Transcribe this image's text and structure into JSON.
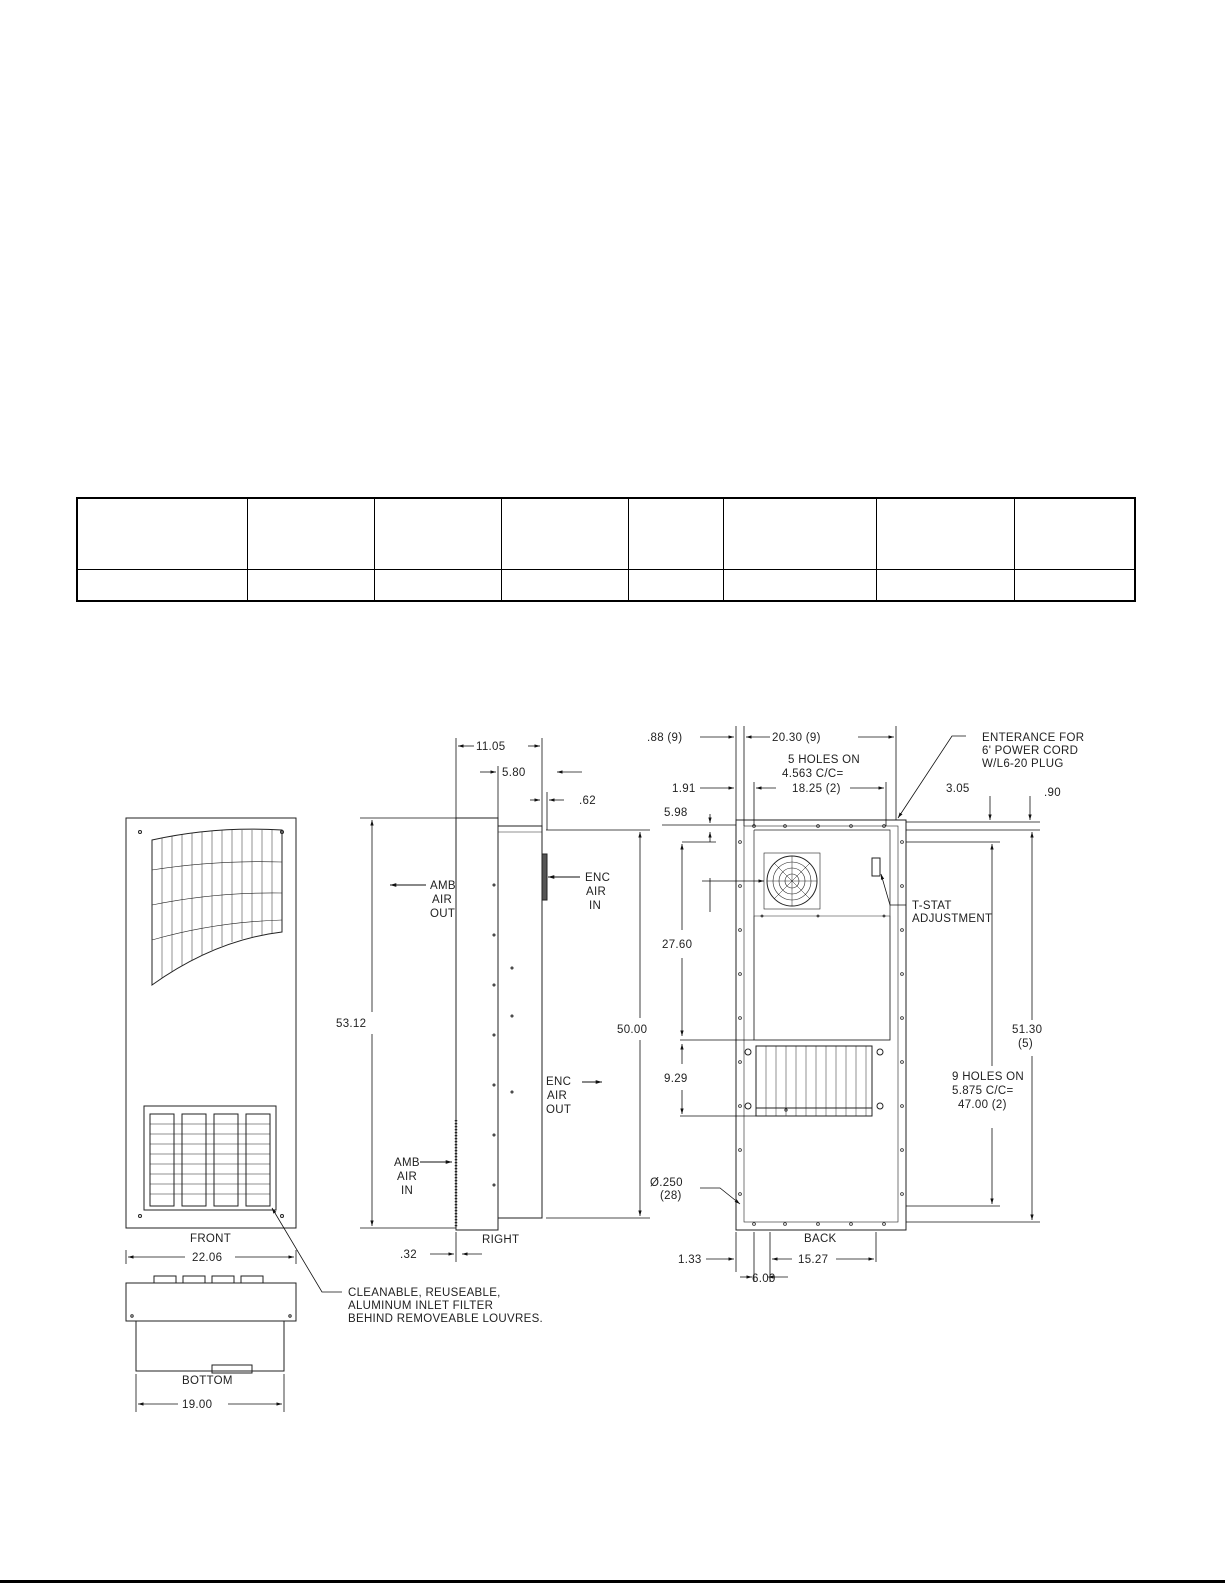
{
  "table": {
    "header_cells": [
      "",
      "",
      "",
      "",
      "",
      "",
      "",
      ""
    ],
    "body_cells": [
      "",
      "",
      "",
      "",
      "",
      "",
      "",
      ""
    ]
  },
  "views": {
    "front": "FRONT",
    "right": "RIGHT",
    "back": "BACK",
    "bottom": "BOTTOM"
  },
  "front_dims": {
    "width": "22.06",
    "bottom_width": "19.00"
  },
  "right_dims": {
    "top_overall": "11.05",
    "top_inner": "5.80",
    "top_flange": ".62",
    "height_overall": "53.12",
    "height_inner": "50.00",
    "bottom_offset": ".32"
  },
  "airflow": {
    "amb_out": [
      "AMB",
      "AIR",
      "OUT"
    ],
    "enc_in": [
      "ENC",
      "AIR",
      "IN"
    ],
    "enc_out": [
      "ENC",
      "AIR",
      "OUT"
    ],
    "amb_in": [
      "AMB",
      "AIR",
      "IN"
    ]
  },
  "back_dims": {
    "left_offset": ".88 (9)",
    "width": "20.30 (9)",
    "holes_top_1": "5 HOLES ON",
    "holes_top_2": "4.563 C/C=",
    "holes_top_3": "18.25 (2)",
    "left_1": "1.91",
    "top_1": "5.98",
    "right_offset": "3.05",
    "right_small": ".90",
    "upper_height": "27.60",
    "lower_height": "9.29",
    "hole_dia_1": "Ø.250",
    "hole_dia_2": "(28)",
    "right_height_1": "51.30",
    "right_height_2": "(5)",
    "holes_side_1": "9 HOLES ON",
    "holes_side_2": "5.875 C/C=",
    "holes_side_3": "47.00 (2)",
    "bottom_1": "1.33",
    "bottom_2": "6.00",
    "bottom_3": "15.27"
  },
  "notes": {
    "entrance_1": "ENTERANCE FOR",
    "entrance_2": "6' POWER CORD",
    "entrance_3": "W/L6-20 PLUG",
    "tstat_1": "T-STAT",
    "tstat_2": "ADJUSTMENT",
    "filter_1": "CLEANABLE, REUSEABLE,",
    "filter_2": "ALUMINUM INLET FILTER",
    "filter_3": "BEHIND REMOVEABLE LOUVRES."
  }
}
